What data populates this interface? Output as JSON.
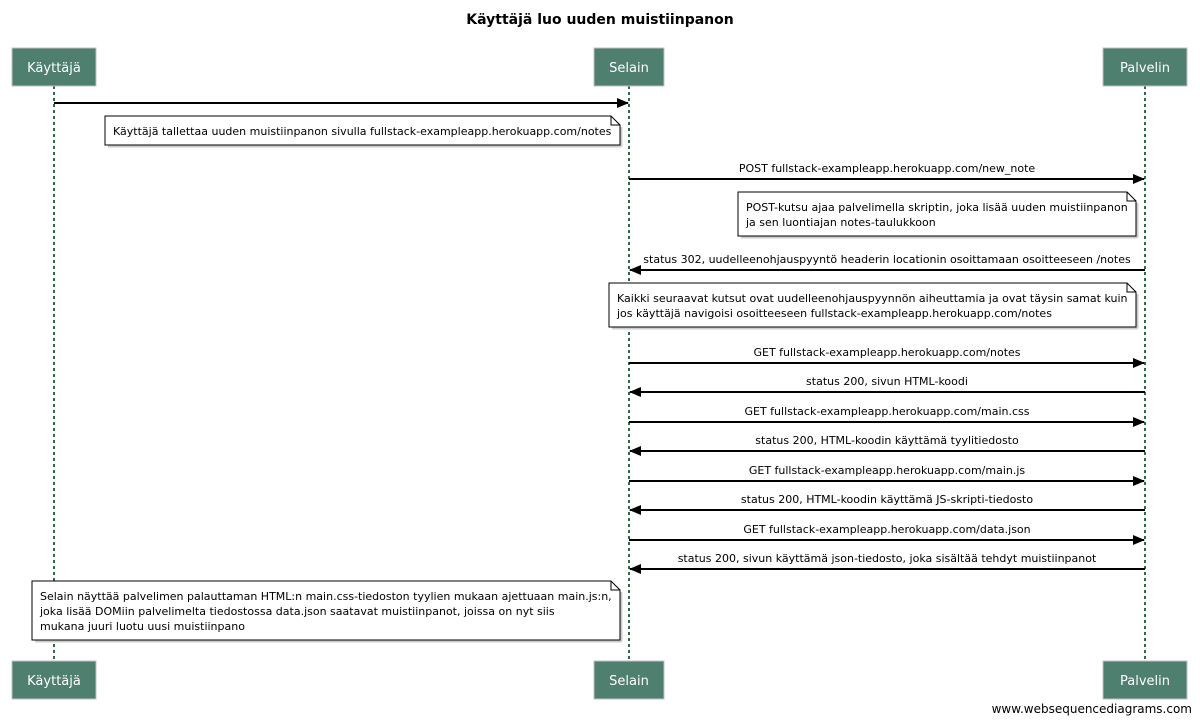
{
  "title": "Käyttäjä luo uuden muistiinpanon",
  "colors": {
    "actor_fill": "#4f7f6e",
    "actor_border": "#c0c0c0",
    "actor_text": "#ffffff",
    "lifeline": "#2e6b46",
    "arrow": "#000000",
    "note_fill": "#ffffff",
    "note_border": "#000000"
  },
  "participants": [
    {
      "id": "kayttaja",
      "label": "Käyttäjä"
    },
    {
      "id": "selain",
      "label": "Selain"
    },
    {
      "id": "palvelin",
      "label": "Palvelin"
    }
  ],
  "steps": [
    {
      "kind": "message",
      "from": "kayttaja",
      "to": "selain",
      "label": ""
    },
    {
      "kind": "note",
      "side": "left",
      "of": "selain",
      "lines": [
        "Käyttäjä tallettaa uuden muistiinpanon sivulla fullstack-exampleapp.herokuapp.com/notes"
      ]
    },
    {
      "kind": "message",
      "from": "selain",
      "to": "palvelin",
      "label": "POST fullstack-exampleapp.herokuapp.com/new_note"
    },
    {
      "kind": "note",
      "side": "left",
      "of": "palvelin",
      "lines": [
        "POST-kutsu ajaa palvelimella skriptin, joka lisää uuden muistiinpanon",
        "ja sen luontiajan notes-taulukkoon"
      ]
    },
    {
      "kind": "message",
      "from": "palvelin",
      "to": "selain",
      "label": "status 302, uudelleenohjauspyyntö headerin locationin osoittamaan osoitteeseen /notes"
    },
    {
      "kind": "note",
      "side": "left",
      "of": "palvelin",
      "lines": [
        "Kaikki seuraavat kutsut ovat uudelleenohjauspyynnön aiheuttamia ja ovat täysin samat kuin",
        "jos käyttäjä navigoisi osoitteeseen fullstack-exampleapp.herokuapp.com/notes"
      ]
    },
    {
      "kind": "message",
      "from": "selain",
      "to": "palvelin",
      "label": "GET fullstack-exampleapp.herokuapp.com/notes"
    },
    {
      "kind": "message",
      "from": "palvelin",
      "to": "selain",
      "label": "status 200, sivun HTML-koodi"
    },
    {
      "kind": "message",
      "from": "selain",
      "to": "palvelin",
      "label": "GET fullstack-exampleapp.herokuapp.com/main.css"
    },
    {
      "kind": "message",
      "from": "palvelin",
      "to": "selain",
      "label": "status 200, HTML-koodin käyttämä tyylitiedosto"
    },
    {
      "kind": "message",
      "from": "selain",
      "to": "palvelin",
      "label": "GET fullstack-exampleapp.herokuapp.com/main.js"
    },
    {
      "kind": "message",
      "from": "palvelin",
      "to": "selain",
      "label": "status 200, HTML-koodin käyttämä JS-skripti-tiedosto"
    },
    {
      "kind": "message",
      "from": "selain",
      "to": "palvelin",
      "label": "GET fullstack-exampleapp.herokuapp.com/data.json"
    },
    {
      "kind": "message",
      "from": "palvelin",
      "to": "selain",
      "label": "status 200, sivun käyttämä json-tiedosto, joka sisältää tehdyt muistiinpanot"
    },
    {
      "kind": "note",
      "side": "left",
      "of": "selain",
      "lines": [
        "Selain näyttää palvelimen palauttaman HTML:n main.css-tiedoston tyylien mukaan ajettuaan main.js:n,",
        "joka lisää DOMiin palvelimelta tiedostossa data.json saatavat muistiinpanot, joissa on nyt siis",
        "mukana juuri luotu uusi muistiinpano"
      ]
    }
  ],
  "watermark": "www.websequencediagrams.com"
}
